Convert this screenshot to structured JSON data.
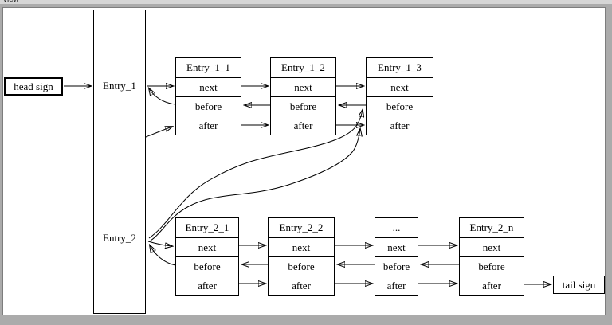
{
  "top_bar": {
    "clipped_text": "view"
  },
  "diagram": {
    "head_label": "head sign",
    "tail_label": "tail sign",
    "groups": [
      {
        "label": "Entry_1"
      },
      {
        "label": "Entry_2"
      }
    ],
    "cell_labels": {
      "next": "next",
      "before": "before",
      "after": "after"
    },
    "records": [
      {
        "title": "Entry_1_1"
      },
      {
        "title": "Entry_1_2"
      },
      {
        "title": "Entry_1_3"
      },
      {
        "title": "Entry_2_1"
      },
      {
        "title": "Entry_2_2"
      },
      {
        "title": "..."
      },
      {
        "title": "Entry_2_n"
      }
    ],
    "edges": [
      {
        "from": "head sign",
        "to": "Entry_1"
      },
      {
        "from": "Entry_1",
        "to": "Entry_1_1:next"
      },
      {
        "from": "Entry_1_1:before",
        "to": "Entry_1"
      },
      {
        "from": "Entry_1",
        "to": "Entry_1_1:after"
      },
      {
        "from": "Entry_1_1:next",
        "to": "Entry_1_2:next"
      },
      {
        "from": "Entry_1_2:before",
        "to": "Entry_1_1:before"
      },
      {
        "from": "Entry_1_1:after",
        "to": "Entry_1_2:after"
      },
      {
        "from": "Entry_1_2:next",
        "to": "Entry_1_3:next"
      },
      {
        "from": "Entry_1_3:before",
        "to": "Entry_1_2:before"
      },
      {
        "from": "Entry_1_2:after",
        "to": "Entry_1_3:after"
      },
      {
        "from": "Entry_2",
        "to": "Entry_1_3:before"
      },
      {
        "from": "Entry_2",
        "to": "Entry_1_3:after"
      },
      {
        "from": "Entry_2",
        "to": "Entry_2_1:next"
      },
      {
        "from": "Entry_2_1:before",
        "to": "Entry_2"
      },
      {
        "from": "Entry_2_1:next",
        "to": "Entry_2_2:next"
      },
      {
        "from": "Entry_2_2:before",
        "to": "Entry_2_1:before"
      },
      {
        "from": "Entry_2_1:after",
        "to": "Entry_2_2:after"
      },
      {
        "from": "Entry_2_2:next",
        "to": "...:next"
      },
      {
        "from": "...:before",
        "to": "Entry_2_2:before"
      },
      {
        "from": "Entry_2_2:after",
        "to": "...:after"
      },
      {
        "from": "...:next",
        "to": "Entry_2_n:next"
      },
      {
        "from": "Entry_2_n:before",
        "to": "...:before"
      },
      {
        "from": "...:after",
        "to": "Entry_2_n:after"
      },
      {
        "from": "Entry_2_n:after",
        "to": "tail sign"
      }
    ],
    "colors": {
      "line": "#000000",
      "node_fill": "#ffffff",
      "frame": "#ababab"
    }
  }
}
